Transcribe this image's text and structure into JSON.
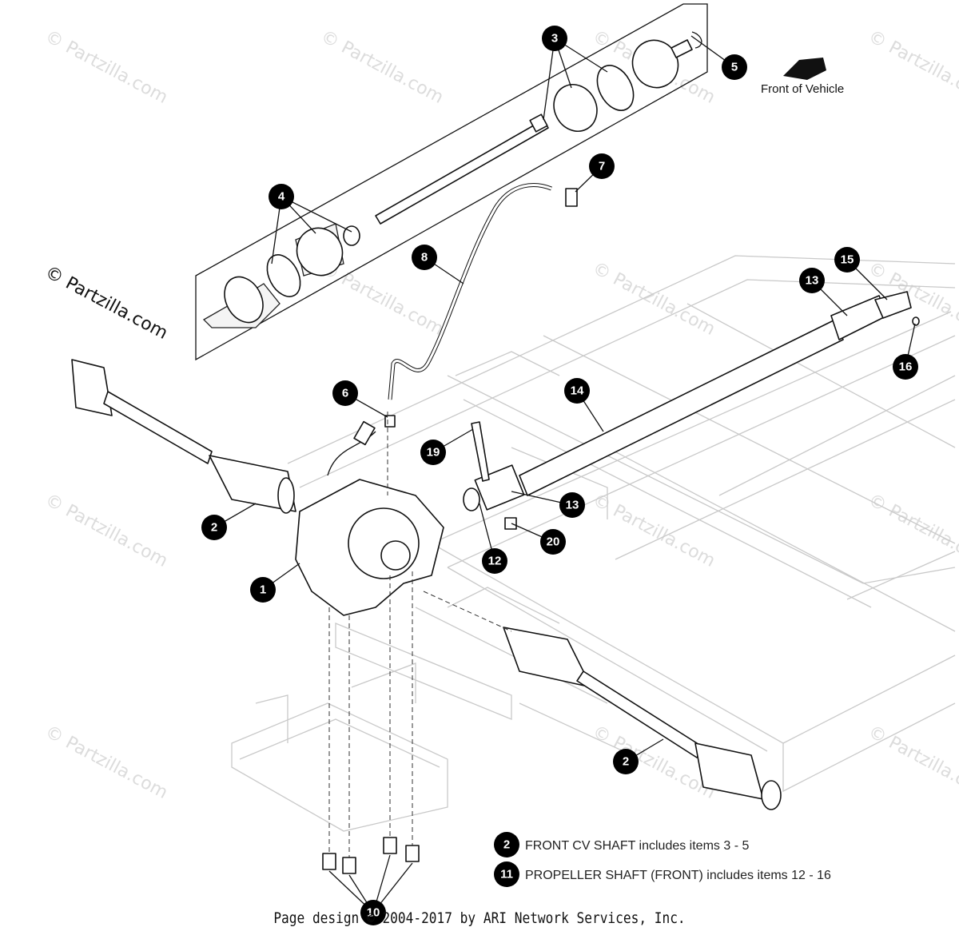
{
  "watermark_text": "© Partzilla.com",
  "direction_label": "Front of Vehicle",
  "callouts": [
    {
      "number": "1"
    },
    {
      "number": "2"
    },
    {
      "number": "2"
    },
    {
      "number": "3"
    },
    {
      "number": "4"
    },
    {
      "number": "5"
    },
    {
      "number": "6"
    },
    {
      "number": "7"
    },
    {
      "number": "8"
    },
    {
      "number": "10"
    },
    {
      "number": "12"
    },
    {
      "number": "13"
    },
    {
      "number": "13"
    },
    {
      "number": "14"
    },
    {
      "number": "15"
    },
    {
      "number": "16"
    },
    {
      "number": "19"
    },
    {
      "number": "20"
    }
  ],
  "notes": [
    {
      "number": "2",
      "text": "FRONT CV SHAFT includes items 3 - 5"
    },
    {
      "number": "11",
      "text": "PROPELLER SHAFT (FRONT) includes items 12 - 16"
    }
  ],
  "footer": "Page design © 2004-2017 by ARI Network Services, Inc."
}
